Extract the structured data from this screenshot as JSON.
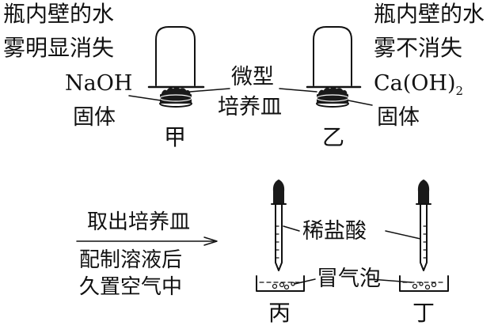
{
  "left_bottle": {
    "observation_line1": "瓶内壁的水",
    "observation_line2": "雾明显消失",
    "reagent_formula": "NaOH",
    "reagent_state": "固体",
    "label": "甲"
  },
  "right_bottle": {
    "observation_line1": "瓶内壁的水",
    "observation_line2": "雾不消失",
    "reagent_formula_main": "Ca(OH)",
    "reagent_formula_sub": "2",
    "reagent_state": "固体",
    "label": "乙"
  },
  "center_label": {
    "line1": "微型",
    "line2": "培养皿"
  },
  "process_arrow": {
    "above": "取出培养皿",
    "below_line1": "配制溶液后",
    "below_line2": "久置空气中"
  },
  "lower_setup": {
    "acid_label": "稀盐酸",
    "bubble_label": "冒气泡",
    "left_label": "丙",
    "right_label": "丁"
  },
  "colors": {
    "ink": "#111111",
    "solid_fill": "#1a1a1a",
    "background": "#ffffff"
  }
}
